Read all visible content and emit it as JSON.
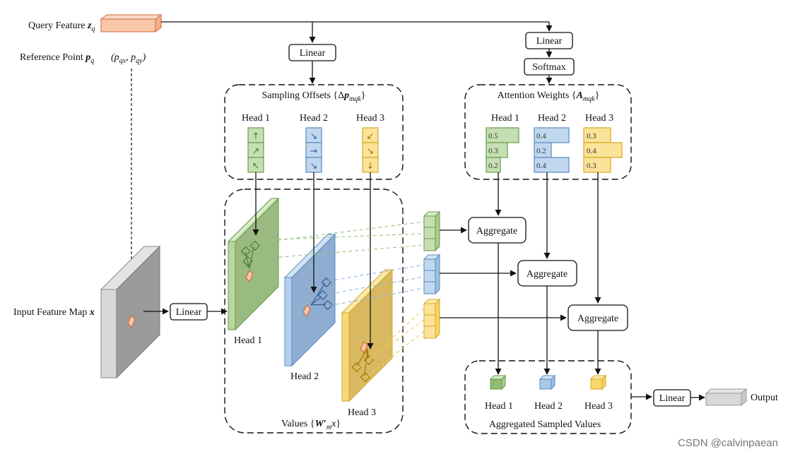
{
  "inputs": {
    "query_feature": "Query Feature",
    "query_symbol": "z",
    "query_sub": "q",
    "reference_point": "Reference Point",
    "ref_symbol": "p",
    "ref_sub": "q",
    "ref_coords": "(p",
    "ref_coords_qx": "qx",
    "ref_coords_sep": ", p",
    "ref_coords_qy": "qy",
    "ref_coords_end": ")",
    "input_map": "Input Feature Map",
    "input_symbol": "x"
  },
  "ops": {
    "linear": "Linear",
    "softmax": "Softmax",
    "aggregate": "Aggregate"
  },
  "sampling": {
    "title": "Sampling Offsets {Δ",
    "title_symbol": "p",
    "title_sub": "mqk",
    "title_end": "}",
    "heads": [
      "Head 1",
      "Head 2",
      "Head 3"
    ],
    "arrows": [
      [
        "↑",
        "↗",
        "↖"
      ],
      [
        "↘",
        "→",
        "↘"
      ],
      [
        "↙",
        "↘",
        "↓"
      ]
    ]
  },
  "attention": {
    "title": "Attention Weights {",
    "title_symbol": "A",
    "title_sub": "mqk",
    "title_end": "}",
    "heads": [
      "Head 1",
      "Head 2",
      "Head 3"
    ],
    "weights": [
      [
        "0.5",
        "0.3",
        "0.2"
      ],
      [
        "0.4",
        "0.2",
        "0.4"
      ],
      [
        "0.3",
        "0.4",
        "0.3"
      ]
    ]
  },
  "values": {
    "heads": [
      "Head 1",
      "Head 2",
      "Head 3"
    ],
    "title": "Values {",
    "title_symbol": "W",
    "title_prime": "′",
    "title_sub": "m",
    "title_x": "x",
    "title_end": "}"
  },
  "aggregated": {
    "heads": [
      "Head 1",
      "Head 2",
      "Head 3"
    ],
    "title": "Aggregated Sampled Values"
  },
  "output": "Output",
  "watermark": "CSDN @calvinpaean",
  "colors": {
    "green_fill": "#c5dfb2",
    "green_stroke": "#6a9a4a",
    "blue_fill": "#c0d8ef",
    "blue_stroke": "#5a8ac0",
    "yellow_fill": "#fbe39a",
    "yellow_stroke": "#d4a820",
    "orange_fill": "#f8c6a8",
    "orange_stroke": "#d06a3a"
  }
}
